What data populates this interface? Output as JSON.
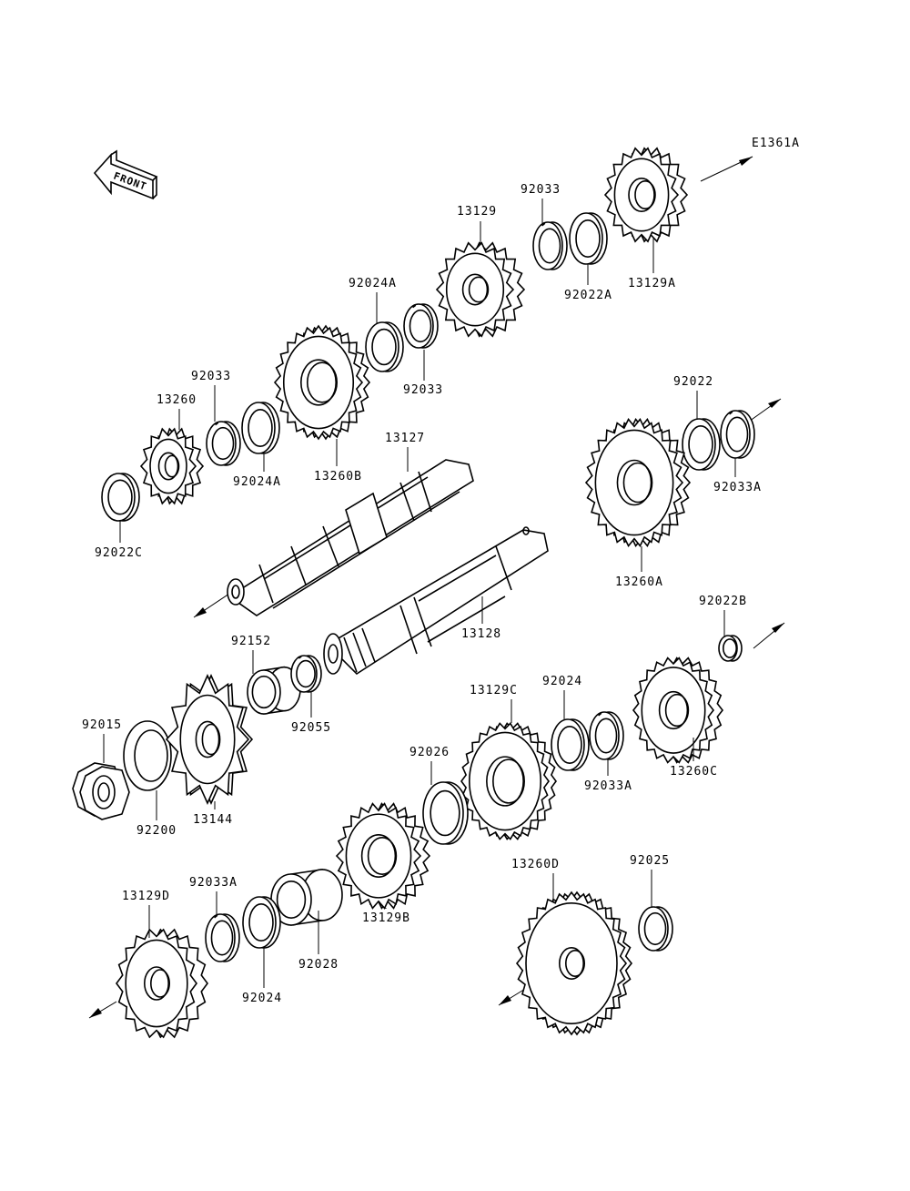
{
  "diagram": {
    "code": "E1361A",
    "front_label": "FRONT",
    "parts": [
      {
        "id": "13129A",
        "label": "13129A"
      },
      {
        "id": "92022A",
        "label": "92022A"
      },
      {
        "id": "92033_a",
        "label": "92033"
      },
      {
        "id": "13129",
        "label": "13129"
      },
      {
        "id": "92024A_a",
        "label": "92024A"
      },
      {
        "id": "92033_b",
        "label": "92033"
      },
      {
        "id": "92033_c",
        "label": "92033"
      },
      {
        "id": "13260",
        "label": "13260"
      },
      {
        "id": "13260B",
        "label": "13260B"
      },
      {
        "id": "92024A_b",
        "label": "92024A"
      },
      {
        "id": "92022C",
        "label": "92022C"
      },
      {
        "id": "13127",
        "label": "13127"
      },
      {
        "id": "92022",
        "label": "92022"
      },
      {
        "id": "92033A_a",
        "label": "92033A"
      },
      {
        "id": "13260A",
        "label": "13260A"
      },
      {
        "id": "13128",
        "label": "13128"
      },
      {
        "id": "92152",
        "label": "92152"
      },
      {
        "id": "92055",
        "label": "92055"
      },
      {
        "id": "92022B",
        "label": "92022B"
      },
      {
        "id": "13129C",
        "label": "13129C"
      },
      {
        "id": "92024_a",
        "label": "92024"
      },
      {
        "id": "13260C",
        "label": "13260C"
      },
      {
        "id": "92033A_b",
        "label": "92033A"
      },
      {
        "id": "92015",
        "label": "92015"
      },
      {
        "id": "92200",
        "label": "92200"
      },
      {
        "id": "13144",
        "label": "13144"
      },
      {
        "id": "92026",
        "label": "92026"
      },
      {
        "id": "13260D",
        "label": "13260D"
      },
      {
        "id": "92025",
        "label": "92025"
      },
      {
        "id": "13129D",
        "label": "13129D"
      },
      {
        "id": "92033A_c",
        "label": "92033A"
      },
      {
        "id": "92024_b",
        "label": "92024"
      },
      {
        "id": "92028",
        "label": "92028"
      },
      {
        "id": "13129B",
        "label": "13129B"
      }
    ]
  }
}
